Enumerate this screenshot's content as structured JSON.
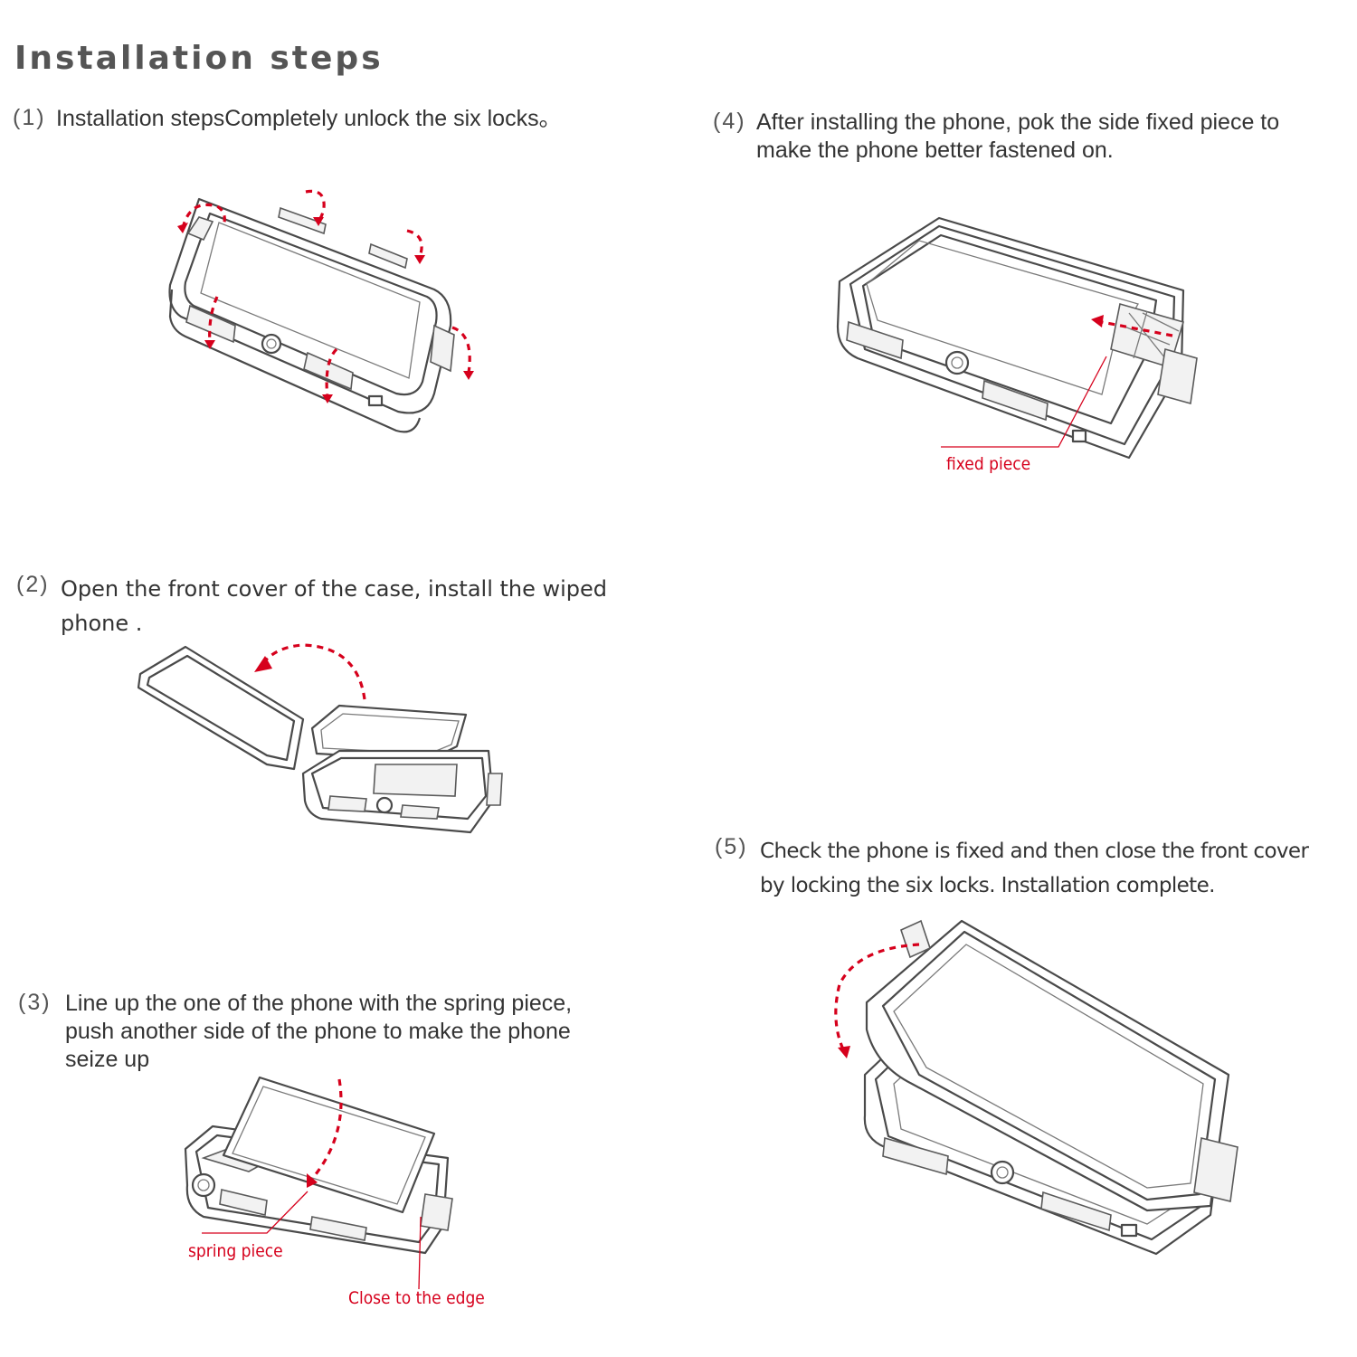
{
  "page": {
    "title": "Installation steps"
  },
  "steps": [
    {
      "number": "(1)",
      "lines": [
        "Installation stepsCompletely unlock the six locks。"
      ]
    },
    {
      "number": "(2)",
      "lines": [
        "Open the front cover of the case, install the wiped",
        "phone ."
      ]
    },
    {
      "number": "(3)",
      "lines": [
        "Line up the one of the phone with the spring piece,",
        "push another side of the phone to make the phone",
        "seize up"
      ],
      "callouts": {
        "spring": "spring piece",
        "edge": "Close to the edge"
      }
    },
    {
      "number": "(4)",
      "lines": [
        "After installing the phone, pok the side fixed piece to",
        "make the phone better fastened on."
      ],
      "callouts": {
        "fixed": "fixed piece"
      }
    },
    {
      "number": "(5)",
      "lines": [
        "Check the phone is fixed and then close the front cover",
        "by locking the six locks. Installation complete."
      ]
    }
  ],
  "colors": {
    "accent": "#d6001c",
    "outline": "#4a4a4a",
    "title": "#555555"
  },
  "icons": [
    "unlock-arrow-icon",
    "rotate-arrow-icon",
    "push-arrow-icon"
  ]
}
